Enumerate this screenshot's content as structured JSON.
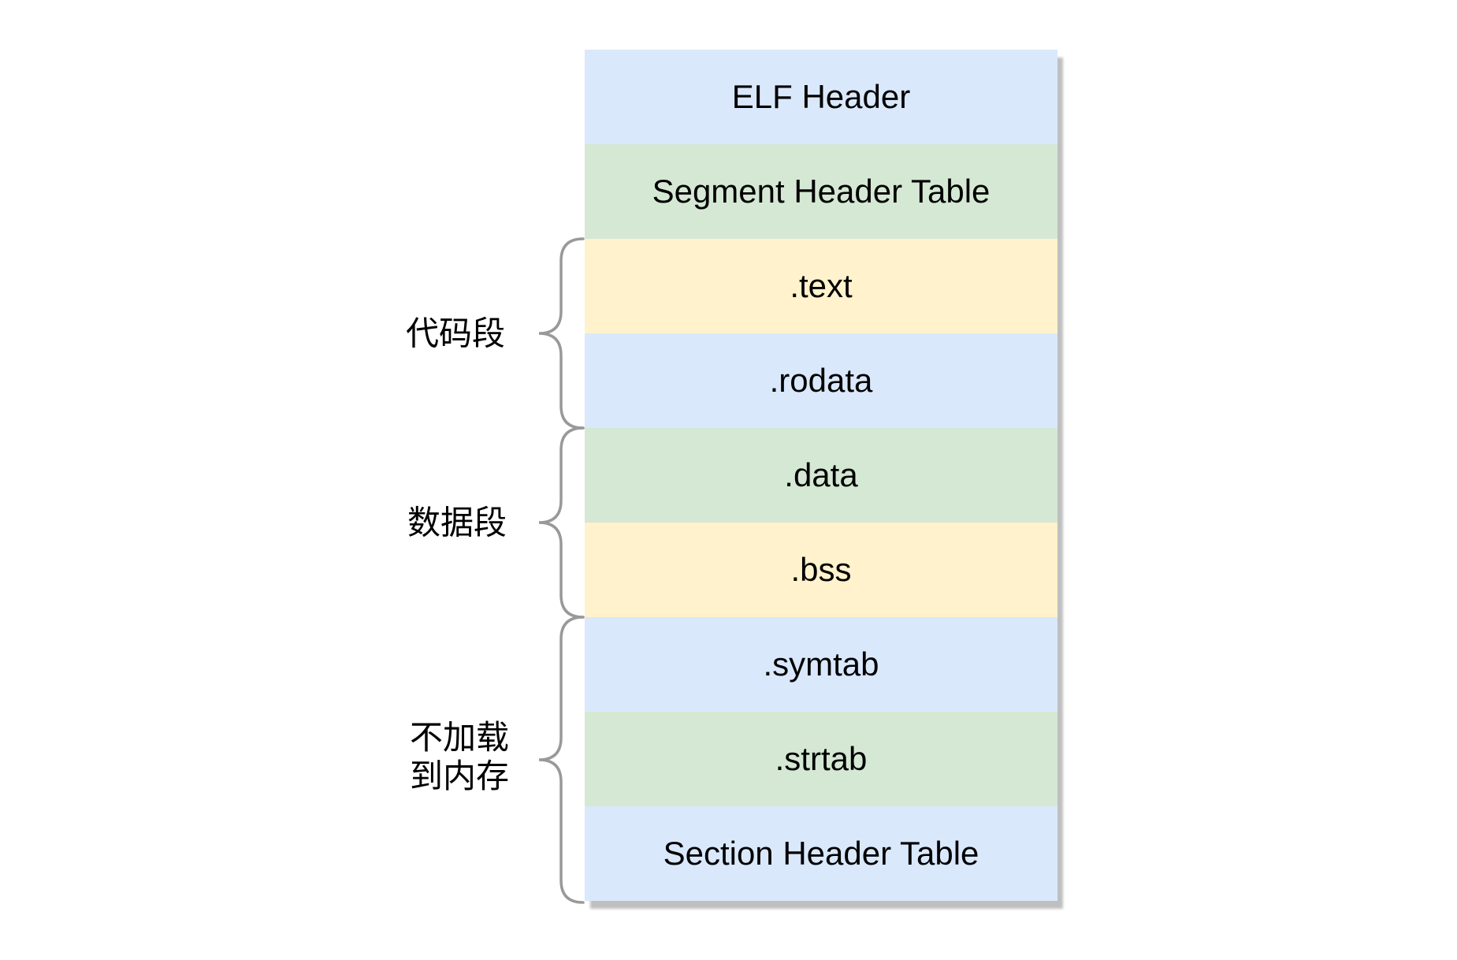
{
  "diagram": {
    "stack": {
      "rows": [
        {
          "label": "ELF Header",
          "color": "blue"
        },
        {
          "label": "Segment Header Table",
          "color": "green"
        },
        {
          "label": ".text",
          "color": "yellow"
        },
        {
          "label": ".rodata",
          "color": "blue"
        },
        {
          "label": ".data",
          "color": "green"
        },
        {
          "label": ".bss",
          "color": "yellow"
        },
        {
          "label": ".symtab",
          "color": "blue"
        },
        {
          "label": ".strtab",
          "color": "green"
        },
        {
          "label": "Section Header Table",
          "color": "blue"
        }
      ]
    },
    "braces": [
      {
        "label": "代码段",
        "covers": [
          ".text",
          ".rodata"
        ]
      },
      {
        "label": "数据段",
        "covers": [
          ".data",
          ".bss"
        ]
      },
      {
        "label": "不加载\n到内存",
        "covers": [
          ".symtab",
          ".strtab",
          "Section Header Table"
        ]
      }
    ],
    "palette": {
      "blue": "#dae8fc",
      "green": "#d5e8d4",
      "yellow": "#fff2cc",
      "brace": "#999999",
      "text": "#000000",
      "background": "#ffffff"
    }
  }
}
